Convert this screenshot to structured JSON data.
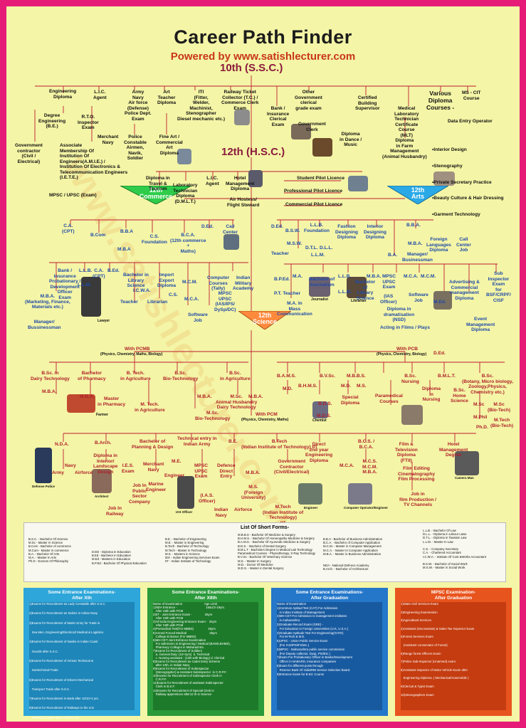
{
  "header": {
    "title": "Career Path Finder",
    "powered": "Powered by www.satishlecturer.com",
    "ssc": "10th (S.S.C.)",
    "hsc": "12th (H.S.C.)"
  },
  "badges": {
    "commerce": "12th\nCommerce",
    "arts": "12th\nArts",
    "science": "12th\nScience"
  },
  "ssc_nodes": [
    "Engineering\nDiploma",
    "L.I.C.\nAgent",
    "Army\nNavy\nAir force\n(Defense)\nPolice Dept.\nExam",
    "Art\nTeacher\nDiploma",
    "ITI\n(Fitter,\nWelder,\nMachinist,\nStenographer\nDiesel mechanic etc.)",
    "Railway Ticket\nCollector (T.C.) /\nCommerce Clerk\nExam",
    "Bank /\nInsurance\nClerical\nExam",
    "Other\nGovernment\nclerical\ngrade exam",
    "Government\nClerk",
    "Certified\nBuilding\nSupervisor",
    "Medical\nLaboratory\nTechnician\nCertificate\nCourse\n(MLT)",
    "Various\nDiploma\nCourses -",
    "MS - CIT\nCourse",
    "Data Entry Operator",
    "Degree\nEngineering\n(B.E.)",
    "R.T.O.\nInspector\nExam",
    "Merchant\nNavy",
    "Police\nConstable\nAirmen,\nNavik,\nSoldier",
    "Fine Art /\nCommercial\nArt\nDiploma",
    "Diploma\nin Dance /\nMusic",
    "Diploma\nin Farm\nManagement\n(Animal Husbandry)",
    "Government\ncontractor\n(Civil /\nElectrical)",
    "Associate\nMembership Of\nInstitution Of\nEngineers(A.M.I.E.) /\nInstitution Of Electronics &\nTelecommunication Engineers\n(I.E.T.E.)",
    "MPSC / UPSC (Exam)"
  ],
  "diploma_list": [
    "•Interior Design",
    "•Stenography",
    "•Private Secretary Practice",
    "•Beauty Culture & Hair Dressing",
    "•Garment Technology"
  ],
  "hsc_nodes": [
    "Diploma in\nTravel &\nTourism",
    "Laboratory\nTechnician\nDiploma\n(D.M.L.T.)",
    "L.I.C.\nAgent",
    "Hotel\nManagement\nDiploma",
    "Air Hostess/\nFlight Steward",
    "Student Pilot Licence",
    "Professional Pilot Licence",
    "Commercial Pilot Licence"
  ],
  "commerce_nodes": [
    "C.A.\n(CPT)",
    "B.Com",
    "B.B.A",
    "C.S.\nFoundation",
    "B.C.A.\n(12th commerce\n+\nMaths)",
    "D.Ed.",
    "Call\nCenter",
    "M.B.A",
    "Bank /\nInsurance\nProbationary /\nDevelopment\nOfficer\nExam",
    "L.L.B.",
    "C.A.\n(CPT)",
    "B.Ed.",
    "Bachelor in\nLibrary\nScience",
    "Import\nExport\nDiploma",
    "M.C.M.",
    "Computer\nCourses\n(Tally)",
    "Indian\nMilitary\nAcademy",
    "L.L.M.",
    "I.C.W.A.",
    "Teacher",
    "Librarian",
    "C.S.",
    "M.C.A.",
    "MPSC\nUPSC\n(IAS/IPS/\nDySp/DC)",
    "Software\nJob",
    "M.B.A.\n(Marketing, Finance,\nMaterials etc.)",
    "Manager/\nBussinessman",
    "Lawyer"
  ],
  "arts_nodes": [
    "D.Ed.",
    "B.S.W.",
    "L.L.B.\nFoundation",
    "Fashion\nDesigning\nDiploma",
    "Interior\nDesigning\nDiploma",
    "B.B.A.",
    "M.S.W.",
    "D.T.L.",
    "D.L.L.",
    "Teacher",
    "L.L.M.",
    "M.B.A.",
    "Foreign\nLanguages\nDiploma",
    "Call\nCenter\nJob",
    "Manager/\nBusinessman",
    "B.A.",
    "B.P.Ed.",
    "M.A.",
    "Bachelor of\nJournalism",
    "L.L.B.",
    "Bachelor\nof\nLibrary\nScience",
    "M.B.A.",
    "MPSC\nUPSC\nExam",
    "M.C.A.",
    "M.C.M.",
    "Advertising &\nCommercial\nmanagement\nDiploma",
    "Sub\nInspector\nExam\nfor\nBSF/CRPF/\nCISF",
    "P.T. Teacher",
    "M.A. In\nMass\nCommunication",
    "L.L.M.",
    "(IAS\nOfficer)",
    "Diploma in\ndramatisation\n(NSD)",
    "Software\nJob",
    "M.Ed.",
    "Acting in Films / Plays",
    "Event\nManagement\nDiploma",
    "Journalist",
    "Librarian"
  ],
  "science_nodes": [
    "With PCMB",
    "(Physics, Chemistry, Maths, Biology)",
    "With PCB",
    "(Physics, Chemistry, Biology)",
    "D.Ed.",
    "B.Sc. in\nDairy Technology",
    "Bachelor\nof Pharmacy",
    "B. Tech.\nin Agriculture",
    "B.Sc.\nBio-Technology",
    "B.Sc.\nin Agriculture",
    "M.B.A.",
    "M.B.A.",
    "Master\nin Pharmacy",
    "M. Tech.\nin Agriculture",
    "M.B.A.",
    "M.Sc.\nAnimal Husbandry\nDairy Technology",
    "M.B.A.",
    "M.Sc.\nBio-Technology",
    "With PCM",
    "(Physics, Chemistry, Maths)",
    "B.A.M.S.",
    "B.H.M.S.",
    "B.V.Sc.",
    "M.D.",
    "M.B.B.S.",
    "M.D.",
    "M.S.",
    "Special\nDiploma",
    "B.D.S.",
    "M.D.S.",
    "Paramedical\nCourses",
    "B.Sc.\nNursing",
    "Diploma\nin\nNursing",
    "B.M.L.T.",
    "B.Sc.\n(Botany, Micro biology,\nZoology,Physics,\nChemistry etc.)",
    "B.Sc.\nHome\nScience",
    "M.Sc",
    "M.Sc\n(Bio-Tech)",
    "M.Phil",
    "M.Tech\n(Bio-Tech)",
    "Ph.D.",
    "Farmer",
    "Chemist"
  ],
  "pcm_nodes": [
    "N.D.A.",
    "B.Arch.",
    "Bachelor of\nPlanning & Design",
    "Technical entry in\nIndian Army",
    "B.E.",
    "B.Tech\n(Indian Institute of Technology) IIT",
    "Direct\n2nd year\nEngineering\nDiploma",
    "B.C.S. /\nB.C.A.",
    "Film &\nTelevision\nDiploma\n(FTII)",
    "Hotel\nManagement\nDegree",
    "Army",
    "Navy",
    "Airforce",
    "Diploma in\nInterior/\nLandscape\nDesign",
    "I.E.S.\nExam",
    "Merchant\nNavy",
    "Marine\nEngineer",
    "M.E.",
    "Engineer",
    "MPSC\nUPSC\nExam",
    "Defence\nDirect\nEntry",
    "M.B.A.",
    "Government\nContractor\n(Civil/Electrical)",
    "M.C.A.",
    "M.C.S.\nM.C.M.\nM.B.A.",
    "Film Editing\nCinematography\nFilm Processing",
    "Job in\nfilm Production /\nTV Channels",
    "Job In\nPublic\nSector\nCompany",
    "Job In\nRailway",
    "(I.A.S.\nOfficer)",
    "Indian\nNavy",
    "Airforce",
    "M.S.\n(Foreign\nUniversity)",
    "M.Tech\n(Indian Institute of\nTechnology)\nIIT",
    "Architect",
    "Defense Police",
    "Engineer",
    "Computer Operator/Engineer",
    "IAS Officer",
    "Camera Man"
  ],
  "short_forms": {
    "title": "List Of Short Forms-",
    "c1": "B.S.C. - Bachelor Of Science\nM.Sc - Master In Science\nB.Com - Bachelor of commerce\nM.Com - Master in commerce\nB.A. - Bachelor Of Arts\nM.A. - Master In Arts\nPh.D - Doctors Of Philosophy",
    "c2": "D.ED - Diploma in Education\nB.Ed - Bachelor in Education\nM.Ed - Masters in Education\nB.P.Ed - Bachelor Of Physical Education",
    "c3": "B.E. - Bachelor of Engineering\nM.E. - Master in Engineering\nB.Tech - Bachelor of Technology\nM.Tech - Master in Technology\nM.S. - Masters in Science\nIES - Indian Engineering Services Exam\nIIT - Indian Institute of Technology",
    "c4": "M.B.B.S - Bachelor Of Medicine & Surgery\nB.H.M.S. - Bachelor Of Homeopathy Medicine & Surgery\nB.A.M.S. - Bachelor Of Ayurvedic Medicine & Surgery\nB.D.S. - Bachelor of Dental Surgery\nB.M.L.T - Bachelors Degree in Medical Lab Technology\nParamedical Courses - Physiotherapy, X-Ray Technology\nB.V.Sc - Bachelor Of Veterinary Science\nM.S. - Master In Surgery\nM.D. - Doctor Of Medicine\nM.D.S. - Master in Dental Surgery",
    "c5": "B.B.A - Bachelor of Business Administration\nB.C.A. - Bachelor of Computer Application\nM.C.M. - Master in Computer Management\nM.C.A. - Master In Computer Application\nM.B.A. - Master in Business Administration\n\n\nNDA - National Defence Academy\nB.Arch. - Bachelor of Architecture",
    "c6": "L.L.B. - Bachelor Of Law\nD.L.L. - Diploma in Labour Laws\nD.T.L. - Diploma in Taxation Law\nL.L.M. - Master In Law\n\nC.S. - Company Secretary\nC.A. - Chartered Accountant\nI.C.W.A. - Institute Of Cost &Works Accountant\n\nB.S.W. - Bachelor of Social Work\nM.S.W. - Master in Social Work"
  },
  "boxes": [
    {
      "title": "Some Entrance Examinations-\nAfter Xth",
      "color": "#2ea6d9",
      "body": "1)Exams for Recruitment as Lady Constable after S.S.C.\n\n2)Exams for Recruitment as Sailors in Indian Navy\n\n3)Exams for Recruitment of Matric Entry for Trade in\n\n   Sea Men, Engineering/Electrical/ Medical & Logistics.\n\n4)Exams for Recruitment of Naviks in Indian Coast\n\n   Guards after S.S.C.\n\n5)Exams for Recruitment of Airman Technical &\n\n   Nontechnical Trade\n\n6)Exams for Recruitment of Drivers Mechanical\n\n   Transport Trade after S.S.C.\n\n7)Exams for Recruitment in Bank after 10/10+2 yrs.\n\n8)Exams for Recruitment of Railways to the non\n\n   Technical Cadres after 10/10+2 yrs."
    },
    {
      "title": "Some Entrance Examinations-\nAfter XIIth",
      "color": "#2a9a3a",
      "body": "Name of Examination                          Age Limit\n1)NDA Entrance -                                  16&1/2-19yrs.\n   After XIIth with PCM\n2)IIT - Joint Entrance Exam -               25yrs\n   After XIIth with PCM\n3)All India Engineering Entrance Exam -  25yrs\n   After XIIth with PCM\n4)Premedical Test(For MBBS)                 25yrs\n5)Armed Forced Medical                           25yrs\n   College Entrance (For MBBS)\n6)MH-CET-Joint Entrance Examination\n   For admission to Engineering / Medical (BAMS,BHMS),\n   Pharmacy Colleges in Maharashtra\n7)Exams for Recruitment of Soldiers\n   a. General Duty: (10+2yrs)  b. Technical\n   c. Nursing assistant : (12th with Biology) d. Clerical\n8)Exams for Recruitment as Cadet Entry Scheme\n   after 12th, in Indian Navy\n9)Exams for Recruitment of Subinspector\n   (Stenographer) & Assistant Subinspector  in C.R.P.F.\n10)Exams for Recruitment of Subinspector Clerk in\n   C.R.P.F.\n11)Exams for Recruitment of assistant Subinspector\n   Clerk in B.S.F.\n12)Exams for Recruitment of Special Clerk in\n   Railway apprentices after12 th in Science"
    },
    {
      "title": "Some Entrance Examinations-\nAfter Graduation",
      "color": "#2477c9",
      "body": "Name of Examination\n1)Common Aptitud Test (CAT) For Admission\n   in Indian Institute of Management\n2)MH-CET-For Admission to management institutes\n   in maharashtra\n3)Graduate Record Exam (GRE) -\n   For Education in Foreign Universities (U.K, U.S.A.)\n4)Graduate Aptitude Test For Engineering(GATE)\n   For M-Tech & M.E.\n5)UPSC - Union Public Service Exam\n   (For IAS/IPS/IFS/etc.)\n6)MPSC - Maharashtra public service commission\n   (For Deputy collector, Dysp, PSI/Etc.)\n7)Exam For Probationary Officer in Banks/Development\n   Officer in NABARD, Insurance companies\n8)Exam for different posts through\n   Reserve Bank Of India/RBI Service Selection Board.\n9)Entrance Exam for B.Ed. Course"
    },
    {
      "title": "MPSC Examination-\nAfter Graduation",
      "color": "#e8541e",
      "body": "1)State Civil Services Exam\n\n2)Engineering Examination\n\n3)Agricultural Services\n\n4)Assistant (Secretariate) & Sales Tax Inspector Exam\n\n5)Forest Services Exam\n\n   (Assistant conservator of Forest)\n\n6)Range forest Officers Exam\n\n7)Police Sub-Inspector (Unarmed) exam\n\n8)Assistant Inspector of Motor Vehicle Exam after\n\n   Engineering Diploma. ( Mechanical/Automobile )\n\n9)Clerical & Typist Exam\n\n10)Stenographers Exam"
    }
  ],
  "watermark": "www.satishlecturer.com",
  "colors": {
    "border": "#e61b78",
    "background": "#f4f5a6",
    "lines": "#c01c34",
    "commerce": "#2ecc4a",
    "arts": "#2aa9e6",
    "science": "#ff8a3d"
  }
}
